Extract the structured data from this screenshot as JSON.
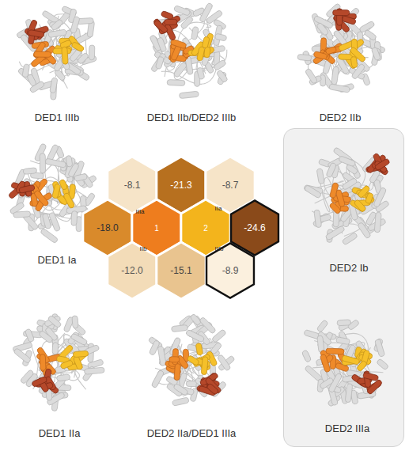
{
  "diagram": {
    "nodes": [
      {
        "text": [
          "DED2 Ib",
          "DED2 IIIa"
        ]
      },
      {
        "text": [
          "-8.1"
        ]
      },
      {
        "text": [
          "-21.3"
        ]
      },
      {
        "text": [
          "-8.7"
        ]
      },
      {
        "text": [
          "-18.0"
        ]
      },
      {
        "text": [
          "1"
        ]
      },
      {
        "text": [
          "2"
        ]
      },
      {
        "text": [
          "-24.6"
        ]
      },
      {
        "text": [
          "-12.0"
        ]
      },
      {
        "text": [
          "-15.1"
        ]
      },
      {
        "text": [
          "-8.9"
        ]
      }
    ],
    "labels": [
      "DED1 IIIb",
      "DED1 IIb/DED2 IIIb",
      "DED2 IIb",
      "DED1 Ia",
      "IIIa",
      "IIa",
      "IIb",
      "IIIb",
      "DED1 IIa",
      "DED2 IIa/DED1 IIIa"
    ]
  }
}
